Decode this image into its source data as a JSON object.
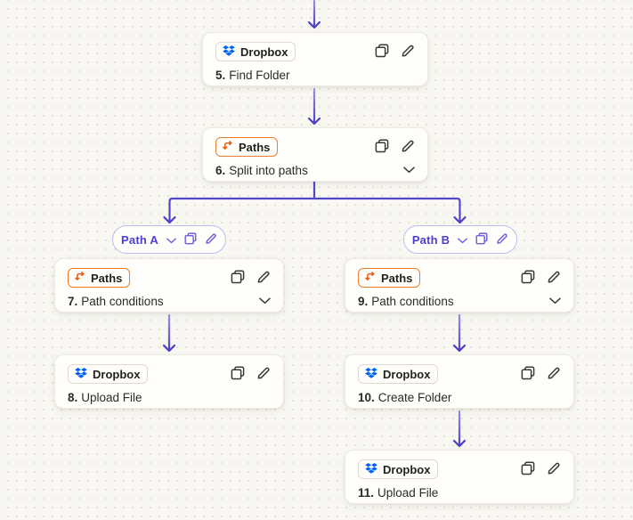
{
  "app": {
    "name": "workflow-editor-canvas"
  },
  "colors": {
    "canvas_bg": "#f8f7f2",
    "dot": "#e8e4d9",
    "connector_light": "#9a92ec",
    "connector_dark": "#4b3fc6",
    "branch_connector": "#5348cb",
    "path_accent": "#4c3fd0",
    "paths_orange": "#e8590c",
    "paths_badge_border": "#ef7d2e",
    "dropbox_blue": "#0062ff",
    "card_bg": "#fffefb",
    "text": "#2b2a28"
  },
  "nodes": [
    {
      "app": "Dropbox",
      "icon": "dropbox-icon",
      "number": "5.",
      "title": "Find Folder"
    },
    {
      "app": "Paths",
      "icon": "paths-icon",
      "number": "6.",
      "title": "Split into paths"
    },
    {
      "app": "Paths",
      "icon": "paths-icon",
      "number": "7.",
      "title": "Path conditions"
    },
    {
      "app": "Dropbox",
      "icon": "dropbox-icon",
      "number": "8.",
      "title": "Upload File"
    },
    {
      "app": "Paths",
      "icon": "paths-icon",
      "number": "9.",
      "title": "Path conditions"
    },
    {
      "app": "Dropbox",
      "icon": "dropbox-icon",
      "number": "10.",
      "title": "Create Folder"
    },
    {
      "app": "Dropbox",
      "icon": "dropbox-icon",
      "number": "11.",
      "title": "Upload File"
    }
  ],
  "path_pills": [
    {
      "label": "Path A"
    },
    {
      "label": "Path B"
    }
  ],
  "icon_names": {
    "duplicate": "copy-icon",
    "edit": "pencil-icon",
    "collapse": "chevron-down-icon"
  }
}
